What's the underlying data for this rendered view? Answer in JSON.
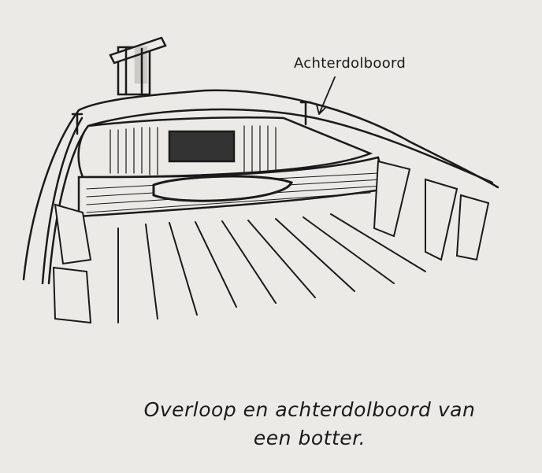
{
  "illustration": {
    "label": "Achterdolboord"
  },
  "caption": {
    "line1": "Overloop en achterdolboord van",
    "line2": "een botter."
  }
}
